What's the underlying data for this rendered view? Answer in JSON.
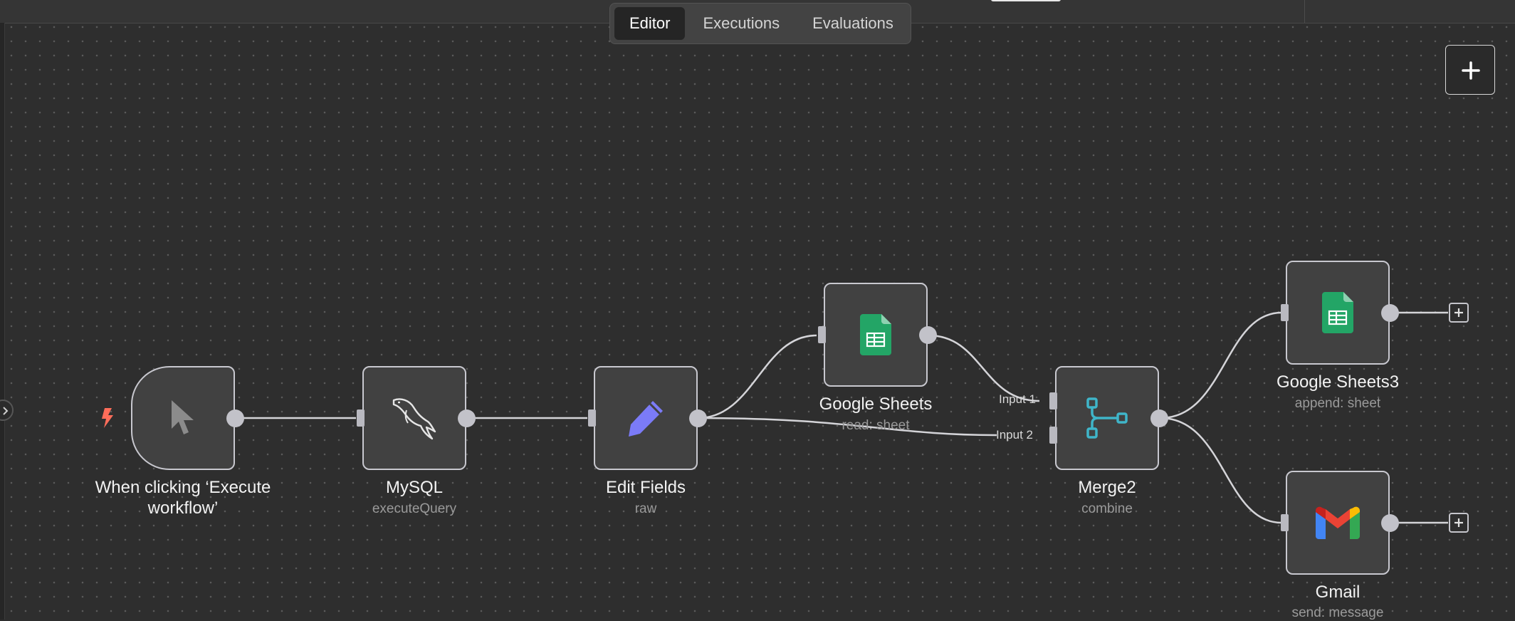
{
  "tabs": [
    {
      "label": "Editor",
      "active": true
    },
    {
      "label": "Executions",
      "active": false
    },
    {
      "label": "Evaluations",
      "active": false
    }
  ],
  "input_labels": [
    "Input 1",
    "Input 2"
  ],
  "nodes": {
    "trigger": {
      "title_line1": "When clicking ‘Execute",
      "title_line2": "workflow’",
      "icon": "cursor-arrow-icon"
    },
    "mysql": {
      "title": "MySQL",
      "subtitle": "executeQuery",
      "icon": "mysql-dolphin-icon"
    },
    "edit_fields": {
      "title": "Edit Fields",
      "subtitle": "raw",
      "icon": "pencil-icon"
    },
    "google_sheets": {
      "title": "Google Sheets",
      "subtitle": "read: sheet",
      "icon": "google-sheets-icon"
    },
    "merge2": {
      "title": "Merge2",
      "subtitle": "combine",
      "icon": "merge-icon"
    },
    "google_sheets3": {
      "title": "Google Sheets3",
      "subtitle": "append: sheet",
      "icon": "google-sheets-icon"
    },
    "gmail": {
      "title": "Gmail",
      "subtitle": "send: message",
      "icon": "gmail-icon"
    }
  },
  "colors": {
    "canvas_bg": "#2e2e2e",
    "node_bg": "#414141",
    "trigger_bolt": "#ff6d5a",
    "pencil": "#7b7bf7",
    "sheets_green": "#23a566",
    "merge_teal": "#3fb5c9"
  }
}
